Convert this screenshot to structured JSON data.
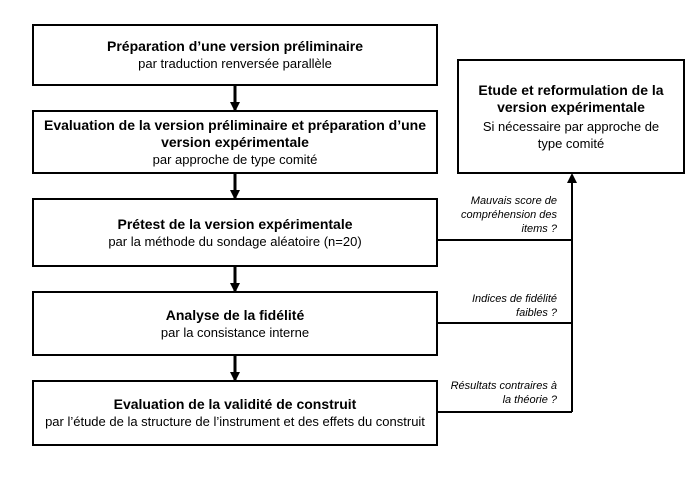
{
  "steps": [
    {
      "title": "Préparation d’une version préliminaire",
      "subtitle": "par traduction renversée parallèle"
    },
    {
      "title": "Evaluation de la version préliminaire et préparation d’une version expérimentale",
      "subtitle": "par approche de type comité"
    },
    {
      "title": "Prétest de la version expérimentale",
      "subtitle": "par la méthode du sondage aléatoire (n=20)"
    },
    {
      "title": "Analyse de la fidélité",
      "subtitle": "par la consistance interne"
    },
    {
      "title": "Evaluation de la validité de construit",
      "subtitle": "par l’étude de la structure de l’instrument et des effets du construit"
    }
  ],
  "side_box": {
    "title": "Etude et reformulation de la version expérimentale",
    "subtitle": "Si nécessaire par approche de type comité"
  },
  "feedback_notes": [
    "Mauvais score de compréhension des items ?",
    "Indices de fidélité faibles ?",
    "Résultats contraires à la théorie ?"
  ]
}
